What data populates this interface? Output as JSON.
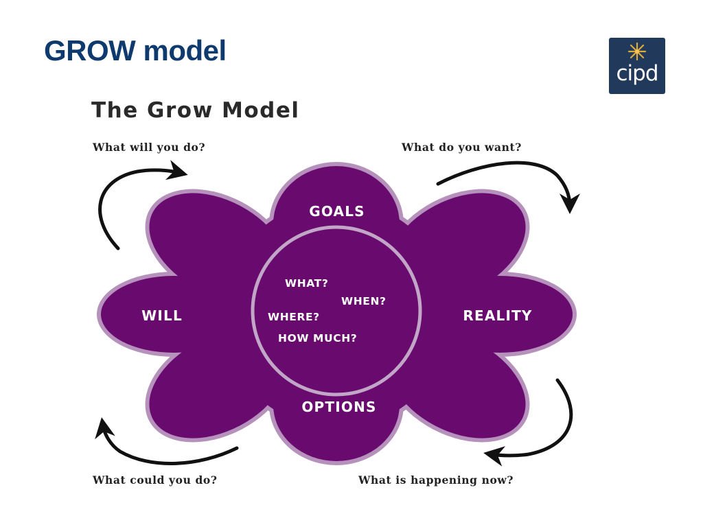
{
  "slide": {
    "title": "GROW model"
  },
  "logo": {
    "text": "cipd"
  },
  "diagram": {
    "title": "The Grow Model",
    "petals": {
      "top": "GOALS",
      "right": "REALITY",
      "bottom": "OPTIONS",
      "left": "WILL"
    },
    "center": [
      "WHAT?",
      "WHEN?",
      "WHERE?",
      "HOW MUCH?"
    ],
    "questions": {
      "top_left": "What will you do?",
      "top_right": "What do you want?",
      "bottom_left": "What could you do?",
      "bottom_right": "What is happening now?"
    },
    "colors": {
      "petal_fill": "#690a6e",
      "petal_outline": "#b591bc",
      "center_ring": "#c2a6c8",
      "title_blue": "#0e3a6e",
      "logo_bg": "#213a5b",
      "logo_star": "#e0a93a"
    }
  }
}
